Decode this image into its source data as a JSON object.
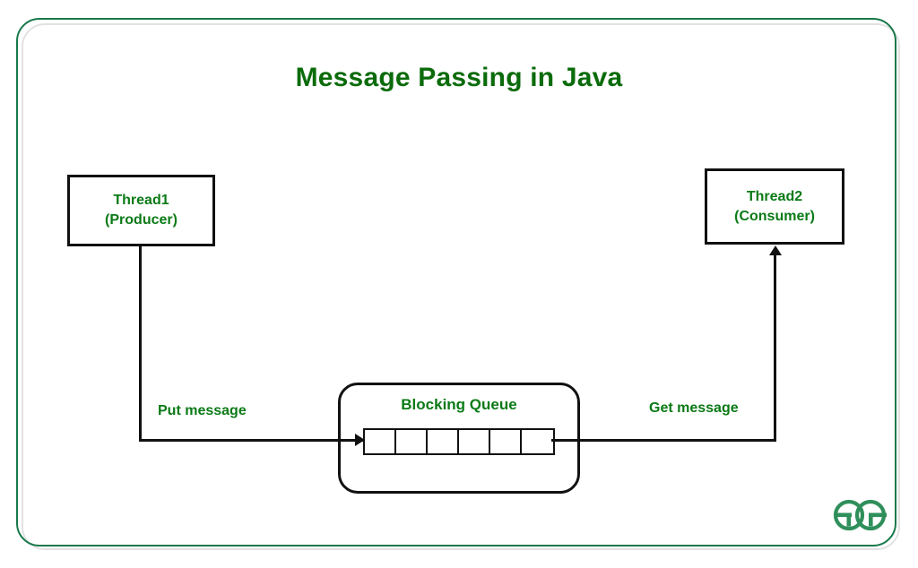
{
  "diagram": {
    "title": "Message Passing in Java",
    "accent_green": "#0b6b0b",
    "label_green": "#0b7a16",
    "frame_green": "#18794a",
    "line_color": "#111111",
    "nodes": {
      "thread1": {
        "line1": "Thread1",
        "line2": "(Producer)"
      },
      "thread2": {
        "line1": "Thread2",
        "line2": "(Consumer)"
      },
      "queue": {
        "title": "Blocking Queue",
        "cell_count": 6,
        "cells": [
          "",
          "",
          "",
          "",
          "",
          ""
        ]
      }
    },
    "edges": [
      {
        "id": "put",
        "label": "Put message",
        "from": "thread1",
        "to": "queue",
        "direction": "right"
      },
      {
        "id": "get",
        "label": "Get message",
        "from": "queue",
        "to": "thread2",
        "direction": "up"
      }
    ],
    "watermark": {
      "name": "geeksforgeeks-logo",
      "text": "ƎG"
    }
  }
}
